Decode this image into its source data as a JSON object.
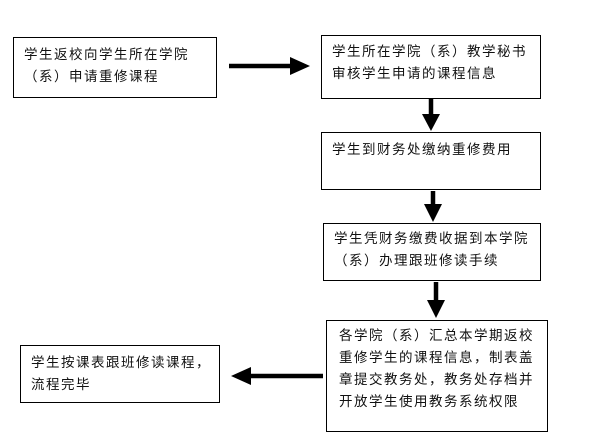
{
  "flowchart": {
    "steps": [
      {
        "id": "step1",
        "text": "学生返校向学生所在学院（系）申请重修课程"
      },
      {
        "id": "step2",
        "text": "学生所在学院（系）教学秘书审核学生申请的课程信息"
      },
      {
        "id": "step3",
        "text": "学生到财务处缴纳重修费用"
      },
      {
        "id": "step4",
        "text": "学生凭财务缴费收据到本学院（系）办理跟班修读手续"
      },
      {
        "id": "step5",
        "text": "各学院（系）汇总本学期返校重修学生的课程信息，制表盖章提交教务处，教务处存档并开放学生使用教务系统权限"
      },
      {
        "id": "step6",
        "text": "学生按课表跟班修读课程，流程完毕"
      }
    ],
    "connections": [
      {
        "from": "step1",
        "to": "step2",
        "direction": "right"
      },
      {
        "from": "step2",
        "to": "step3",
        "direction": "down"
      },
      {
        "from": "step3",
        "to": "step4",
        "direction": "down"
      },
      {
        "from": "step4",
        "to": "step5",
        "direction": "down"
      },
      {
        "from": "step5",
        "to": "step6",
        "direction": "left"
      }
    ]
  }
}
